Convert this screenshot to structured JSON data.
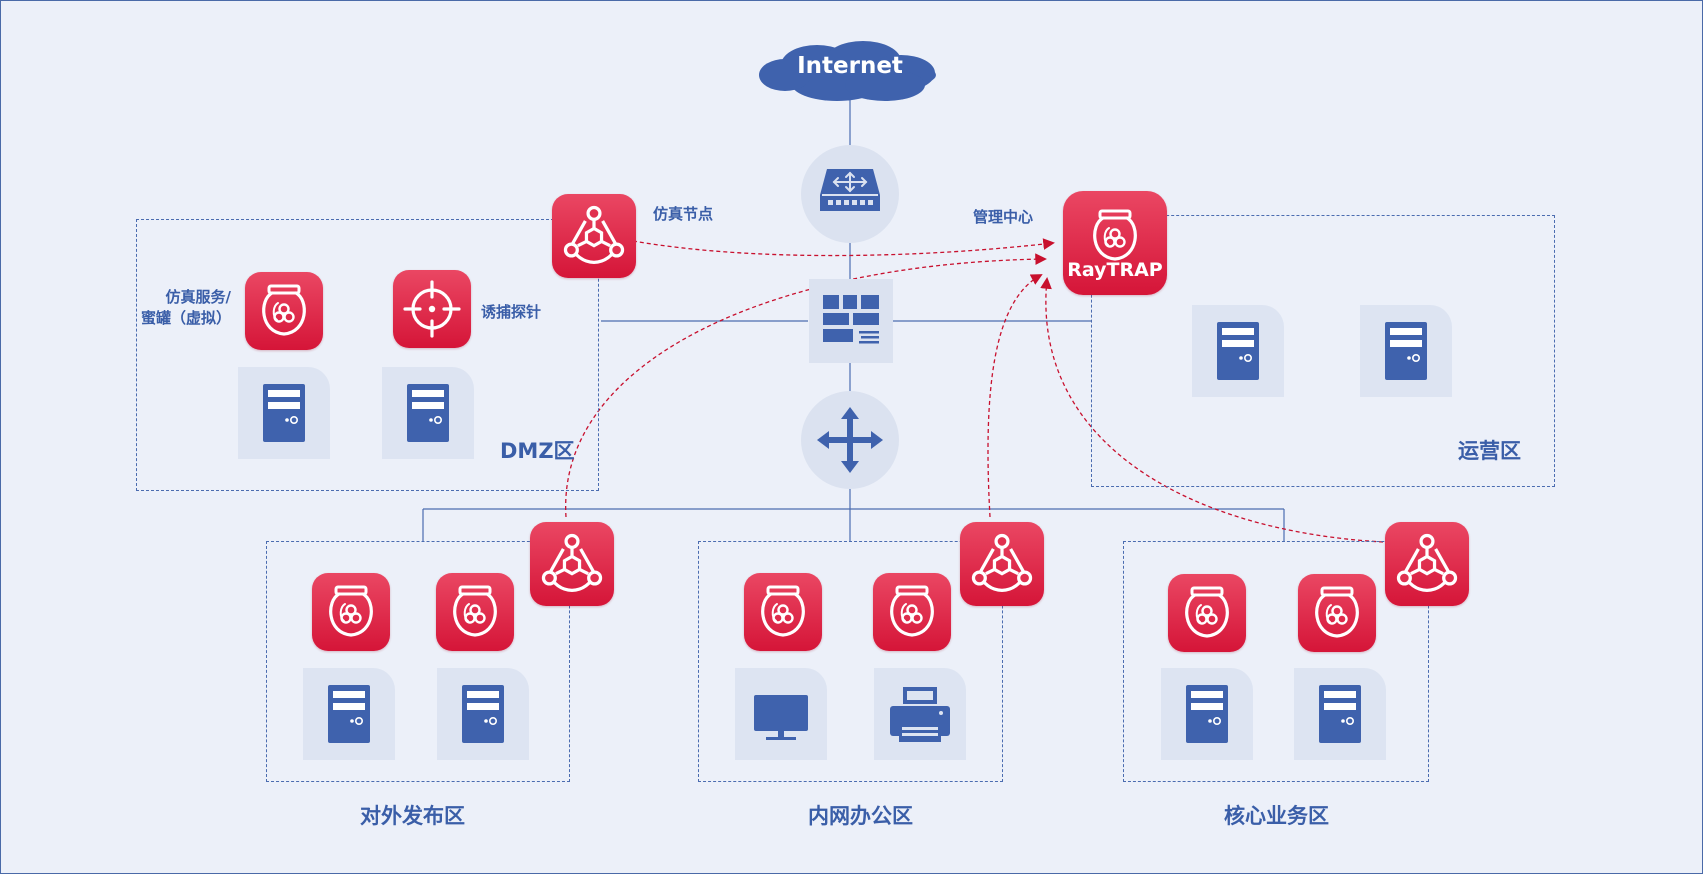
{
  "cloud": {
    "label": "Internet"
  },
  "nodes": {
    "sim_node": "仿真节点",
    "mgmt_center": "管理中心",
    "mgmt_product": "RayTRAP",
    "sim_service": "仿真服务/\n蜜罐（虚拟）",
    "lure_probe": "诱捕探针"
  },
  "zones": {
    "dmz": "DMZ区",
    "ops": "运营区",
    "publish": "对外发布区",
    "office": "内网办公区",
    "core": "核心业务区"
  },
  "colors": {
    "accent_red": "#d51538",
    "line_blue": "#3a5ea8",
    "dashed_link": "#c8102e",
    "background": "#ecf0f9"
  },
  "icons": [
    "cloud-icon",
    "router-icon",
    "firewall-icon",
    "switch-icon",
    "honeypot-icon",
    "sim-node-icon",
    "probe-icon",
    "server-icon",
    "monitor-icon",
    "printer-icon"
  ]
}
